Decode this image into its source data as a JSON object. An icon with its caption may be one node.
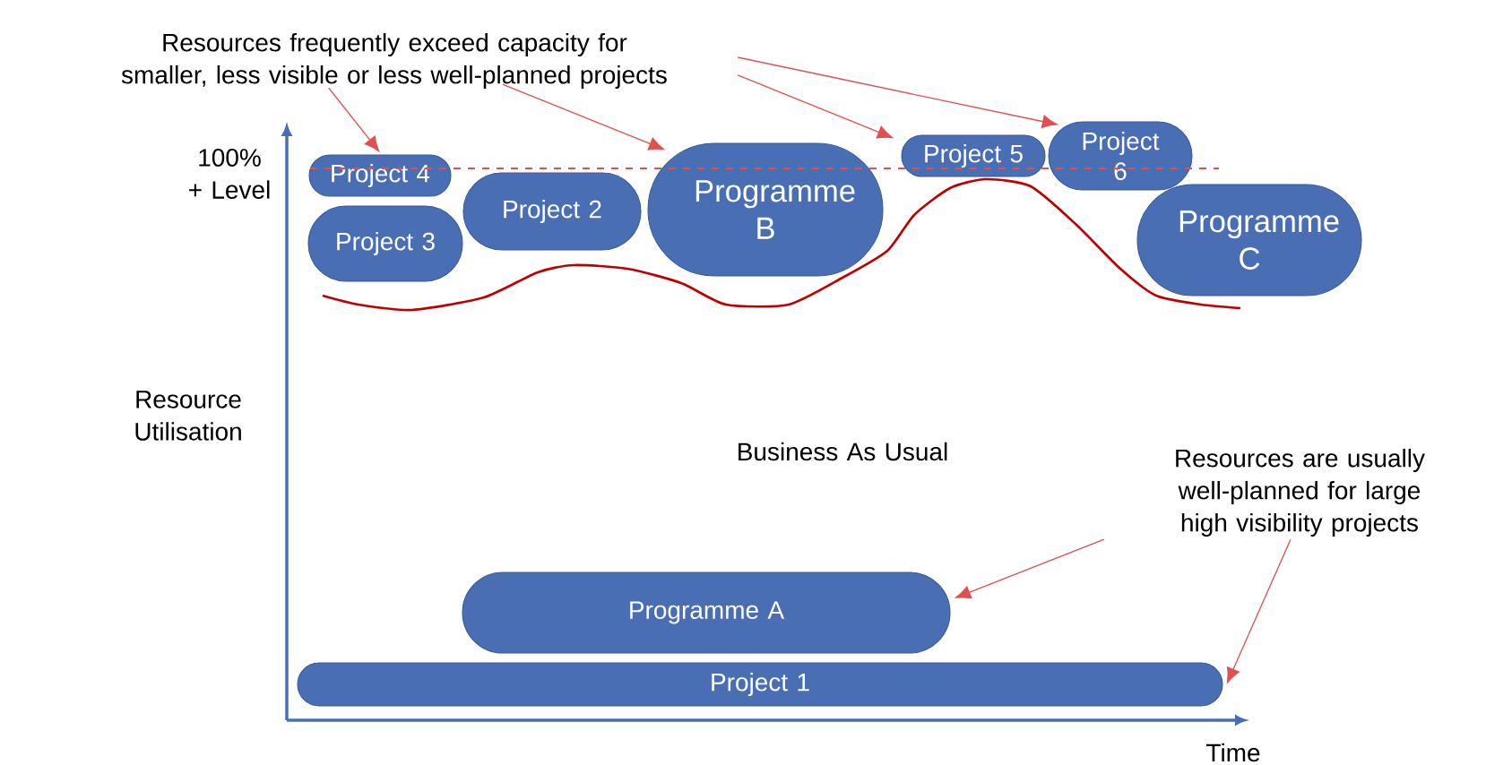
{
  "diagram": {
    "nodes": [
      {
        "text": [
          "Resources frequently exceed capacity for smaller, less visible or less well-planned projects"
        ]
      },
      {
        "text": [
          "Resources are usually well-planned for large high visibility projects"
        ]
      },
      {
        "text": [
          "Project 4"
        ]
      },
      {
        "text": [
          "Project 3"
        ]
      },
      {
        "text": [
          "Project 2"
        ]
      },
      {
        "text": [
          "Programme B"
        ]
      },
      {
        "text": [
          "Project 5"
        ]
      },
      {
        "text": [
          "Project 6"
        ]
      },
      {
        "text": [
          "Programme C"
        ]
      },
      {
        "text": [
          "Programme A"
        ]
      },
      {
        "text": [
          "Project 1"
        ]
      }
    ],
    "edges": [
      {
        "from": 0,
        "to": 2,
        "arrow": "to"
      },
      {
        "from": 0,
        "to": 5,
        "arrow": "to"
      },
      {
        "from": 0,
        "to": 6,
        "arrow": "to"
      },
      {
        "from": 0,
        "to": 7,
        "arrow": "to"
      },
      {
        "from": 1,
        "to": 9,
        "arrow": "to"
      },
      {
        "from": 1,
        "to": 10,
        "arrow": "to"
      }
    ],
    "labels": [
      "100% + Level",
      "Resource Utilisation",
      "Business As Usual",
      "Time"
    ]
  }
}
